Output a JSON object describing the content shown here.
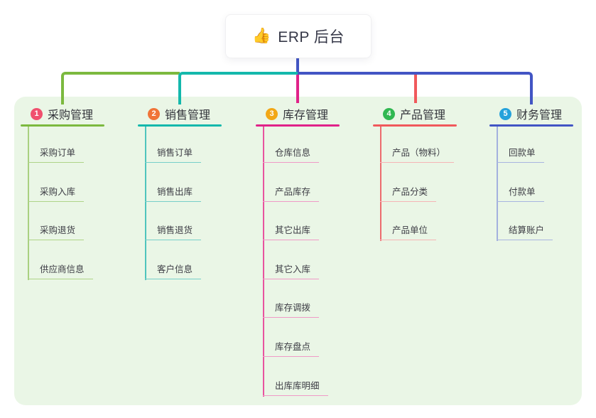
{
  "root": {
    "emoji": "👍",
    "label": "ERP 后台"
  },
  "panel_bg": "#EAF6E6",
  "connector": {
    "trunk_color": "#4255C4"
  },
  "branches": [
    {
      "number": "1",
      "label": "采购管理",
      "badge_color": "#F0506E",
      "color": "#7CB93F",
      "stem_color": "#A9D080",
      "thin_color": "#AED488",
      "children": [
        "采购订单",
        "采购入库",
        "采购退货",
        "供应商信息"
      ]
    },
    {
      "number": "2",
      "label": "销售管理",
      "badge_color": "#F07438",
      "color": "#14B8AC",
      "stem_color": "#4FC4BD",
      "thin_color": "#77CFC9",
      "children": [
        "销售订单",
        "销售出库",
        "销售退货",
        "客户信息"
      ]
    },
    {
      "number": "3",
      "label": "库存管理",
      "badge_color": "#F2A716",
      "color": "#E02289",
      "stem_color": "#E8549F",
      "thin_color": "#F09AC7",
      "children": [
        "仓库信息",
        "产品库存",
        "其它出库",
        "其它入库",
        "库存调拨",
        "库存盘点",
        "出库库明细"
      ]
    },
    {
      "number": "4",
      "label": "产品管理",
      "badge_color": "#30B851",
      "color": "#F0595C",
      "stem_color": "#ED6B6E",
      "thin_color": "#F5B5B6",
      "children": [
        "产品（物料）",
        "产品分类",
        "产品单位"
      ]
    },
    {
      "number": "5",
      "label": "财务管理",
      "badge_color": "#25A2DB",
      "color": "#4255C4",
      "stem_color": "#A3B1DE",
      "thin_color": "#A8B5E0",
      "children": [
        "回款单",
        "付款单",
        "结算账户"
      ]
    }
  ]
}
